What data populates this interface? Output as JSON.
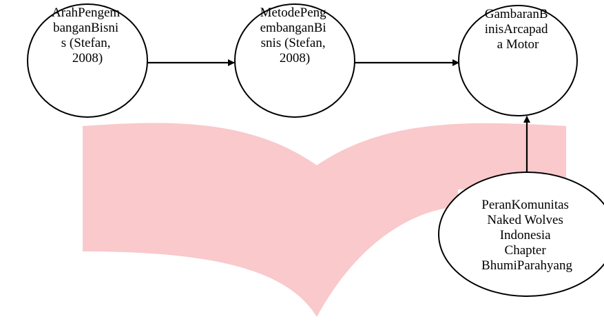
{
  "diagram": {
    "nodes": [
      {
        "id": "arah",
        "lines": [
          "ArahPengem",
          "banganBisni",
          "s (Stefan,",
          "2008)"
        ]
      },
      {
        "id": "metode",
        "lines": [
          "MetodePeng",
          "embanganBi",
          "snis (Stefan,",
          "2008)"
        ]
      },
      {
        "id": "gambaran",
        "lines": [
          "GambaranB",
          "inisArcapad",
          "a Motor"
        ]
      },
      {
        "id": "peran",
        "lines": [
          "PeranKomunitas",
          "Naked Wolves",
          "Indonesia",
          "Chapter",
          "BhumiParahyang"
        ]
      }
    ],
    "edges": [
      {
        "from": "arah",
        "to": "metode"
      },
      {
        "from": "metode",
        "to": "gambaran"
      },
      {
        "from": "peran",
        "to": "gambaran"
      }
    ]
  },
  "colors": {
    "watermark": "#f9c9cc",
    "stroke": "#000000",
    "text": "#000000"
  }
}
